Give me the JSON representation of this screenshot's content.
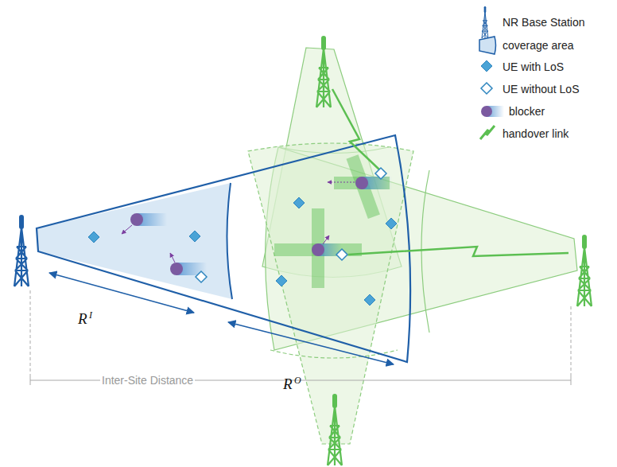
{
  "diagram": {
    "labels": [
      "R",
      "I",
      "R",
      "O",
      "Inter-Site Distance"
    ],
    "legend": [
      {
        "text": "NR Base Station"
      },
      {
        "text": "coverage area"
      },
      {
        "text": "UE with LoS"
      },
      {
        "text": "UE without LoS"
      },
      {
        "text": "blocker"
      },
      {
        "text": "handover link"
      }
    ]
  }
}
